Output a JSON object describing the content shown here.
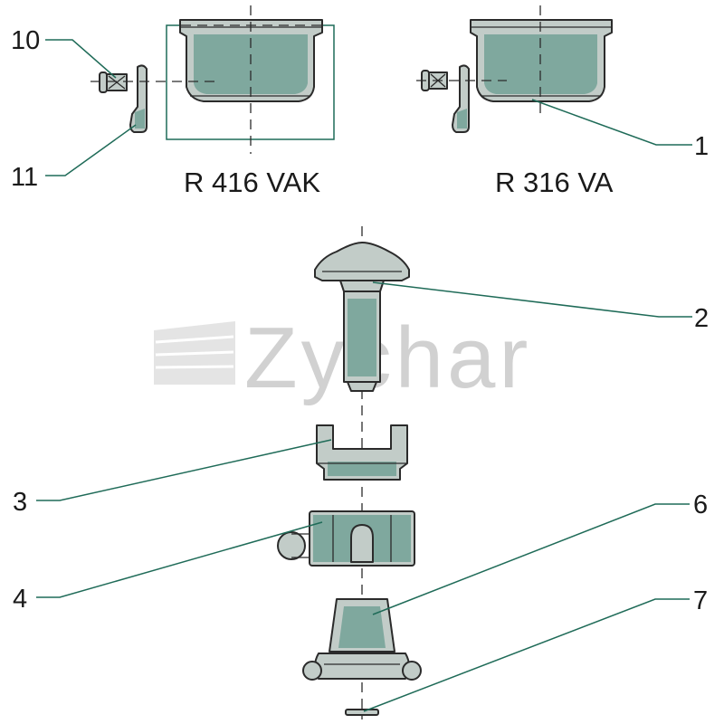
{
  "models": {
    "left": "R 416 VAK",
    "right": "R 316 VA"
  },
  "callouts": {
    "c1": "1",
    "c2": "2",
    "c3": "3",
    "c4": "4",
    "c6": "6",
    "c7": "7",
    "c10": "10",
    "c11": "11"
  },
  "watermark": "Zychar",
  "colors": {
    "part": "#7fa89e",
    "part_light": "#c2ccc8",
    "leader": "#1f6b58",
    "outline": "#2b2b2b"
  }
}
